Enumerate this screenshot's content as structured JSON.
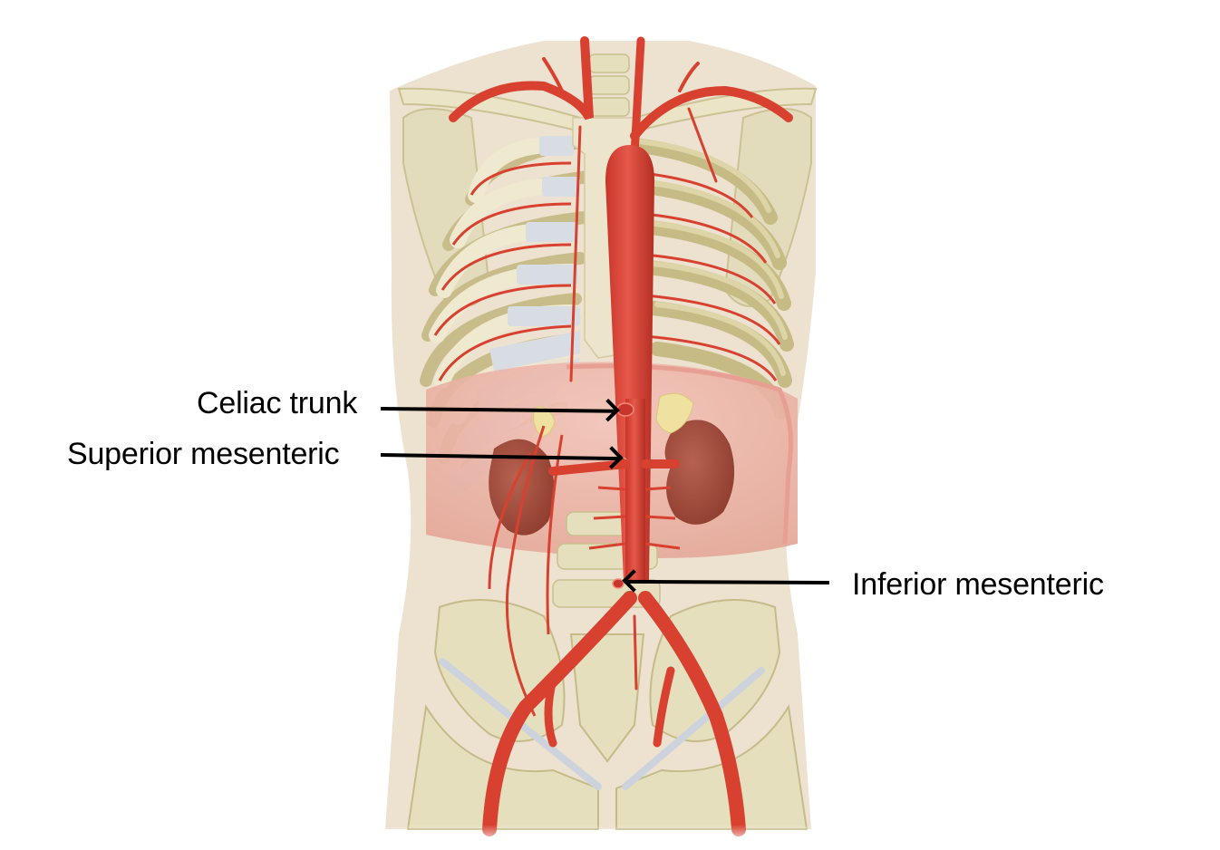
{
  "figure": {
    "subject": "Abdominal aorta and its unpaired visceral branches (anterior view)",
    "colors": {
      "background": "#ffffff",
      "skin": "#ede1cf",
      "bone": "#e6dfbe",
      "bone_shadow": "#c9bf8f",
      "cartilage": "#d9dde3",
      "artery": "#d8402f",
      "artery_dark": "#b8301f",
      "kidney": "#a8503f",
      "diaphragm": "#e9b3a8",
      "adrenal": "#efe2a0",
      "label_text": "#000000",
      "arrow": "#000000"
    }
  },
  "labels": [
    {
      "id": "celiac",
      "text": "Celiac trunk",
      "arrow_direction": "right"
    },
    {
      "id": "superior",
      "text": "Superior mesenteric",
      "arrow_direction": "right"
    },
    {
      "id": "inferior",
      "text": "Inferior mesenteric",
      "arrow_direction": "left"
    }
  ]
}
